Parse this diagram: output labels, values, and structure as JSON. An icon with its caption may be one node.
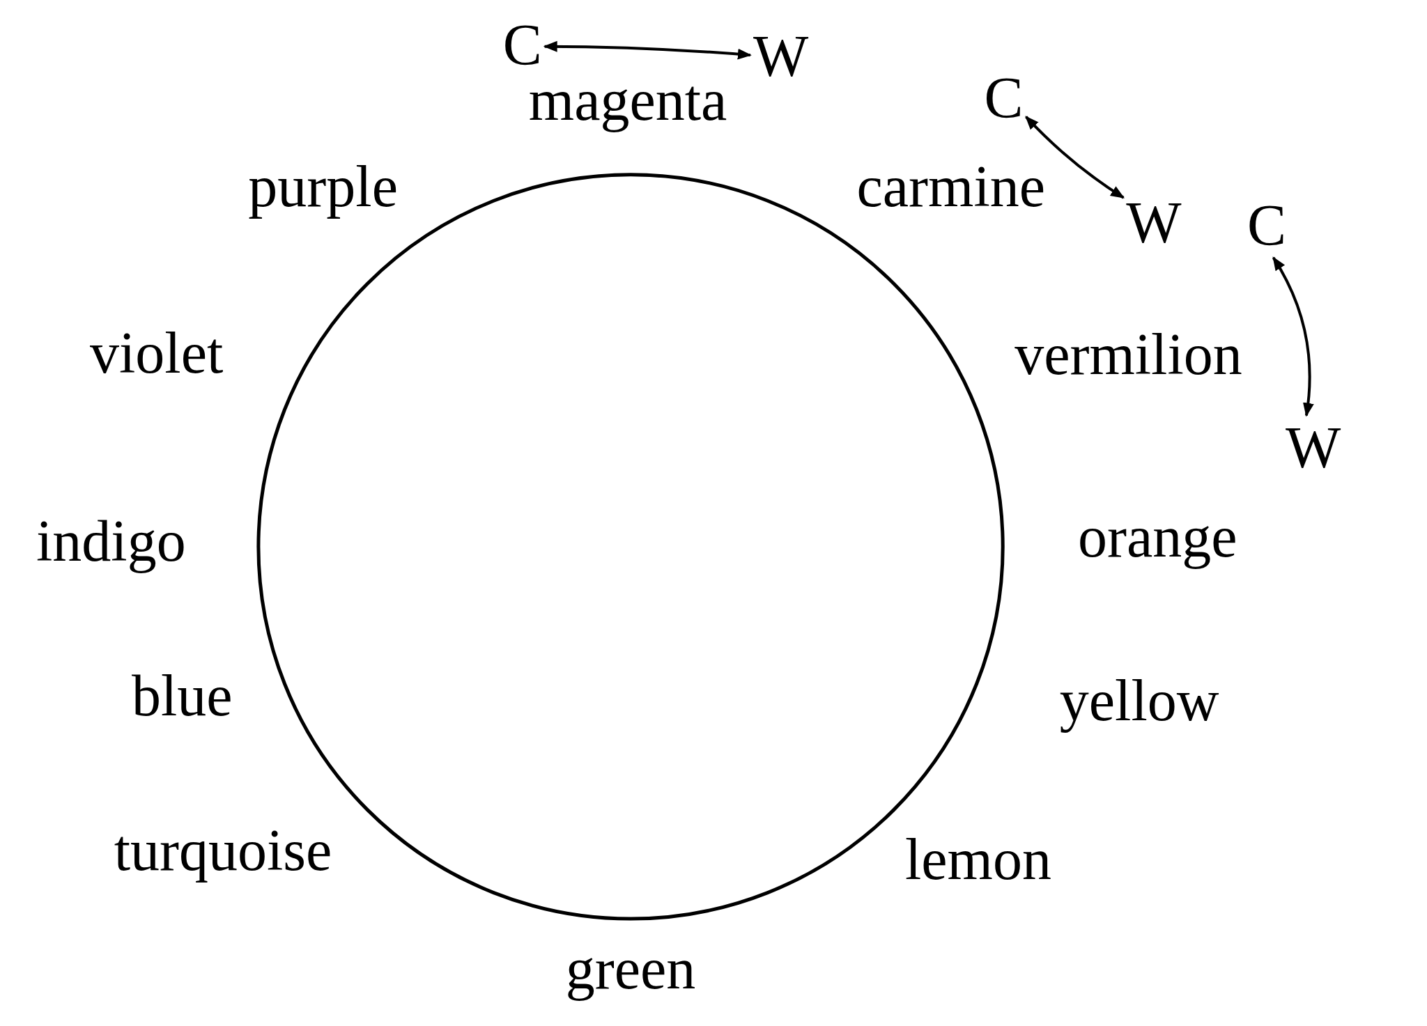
{
  "diagram": {
    "nodes": [
      {
        "text": [
          "C"
        ]
      },
      {
        "text": [
          "W"
        ]
      },
      {
        "text": [
          "C"
        ]
      },
      {
        "text": [
          "W"
        ]
      },
      {
        "text": [
          "C"
        ]
      },
      {
        "text": [
          "W"
        ]
      }
    ],
    "edges": [
      {
        "from": 0,
        "to": 1,
        "arrow": "both"
      },
      {
        "from": 2,
        "to": 3,
        "arrow": "both"
      },
      {
        "from": 4,
        "to": 5,
        "arrow": "both"
      }
    ],
    "labels": [
      "magenta",
      "carmine",
      "vermilion",
      "orange",
      "yellow",
      "lemon",
      "green",
      "turquoise",
      "blue",
      "indigo",
      "violet",
      "purple"
    ]
  }
}
